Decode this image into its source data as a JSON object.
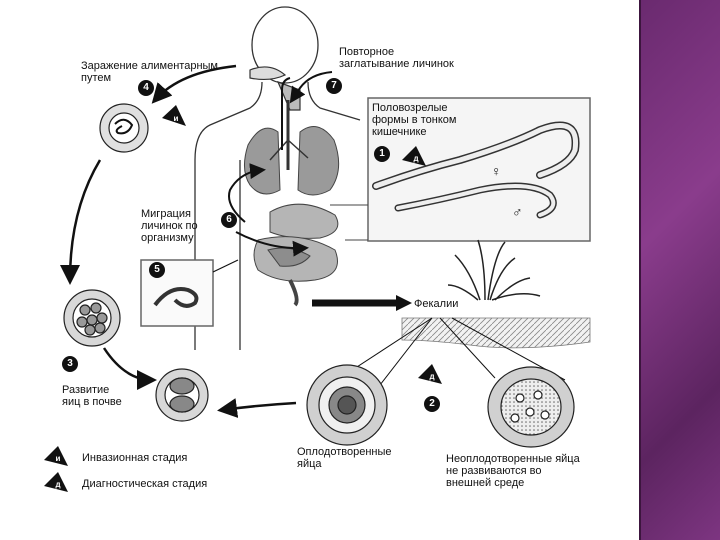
{
  "labels": {
    "alimentary": "Заражение алиментарным\nпутем",
    "reswallow": "Повторное\nзаглатывание личинок",
    "adults": "Половозрелые\nформы в тонком\nкишечнике",
    "migration": "Миграция\nличинок по\nорганизму",
    "feces": "Фекалии",
    "soil": "Развитие\nяиц в почве",
    "fertilized": "Оплодотворенные\nяйца",
    "unfertilized": "Неоплодотворенные яйца\nне развиваются во\nвнешней среде",
    "invasive": "Инвазионная стадия",
    "diagnostic": "Диагностическая стадия"
  },
  "badges": {
    "b1": "1",
    "b2": "2",
    "b3": "3",
    "b4": "4",
    "b5": "5",
    "b6": "6",
    "b7": "7"
  },
  "stage_letters": {
    "i": "и",
    "d": "д"
  },
  "sex_symbols": {
    "female": "♀",
    "male": "♂"
  },
  "colors": {
    "panel": "#7a3380",
    "ink": "#111111",
    "organ": "#8a8a8a"
  }
}
